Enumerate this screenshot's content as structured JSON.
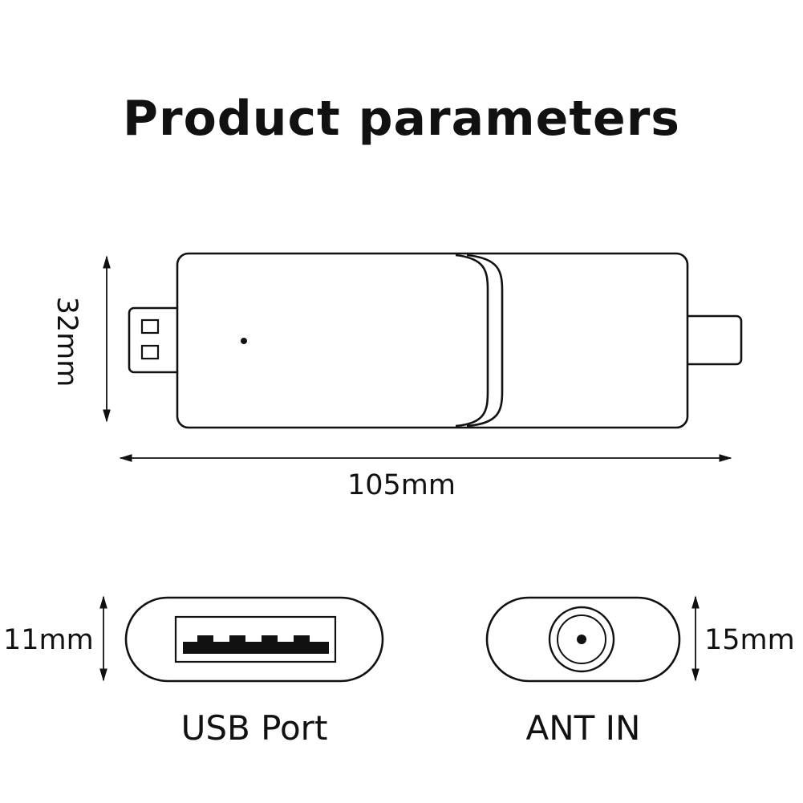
{
  "title": "Product parameters",
  "dimensions": {
    "height": "32mm",
    "length": "105mm",
    "usb_port_height": "11mm",
    "ant_in_height": "15mm"
  },
  "captions": {
    "usb_port": "USB Port",
    "ant_in": "ANT IN"
  },
  "colors": {
    "stroke": "#111111",
    "background": "#ffffff"
  }
}
